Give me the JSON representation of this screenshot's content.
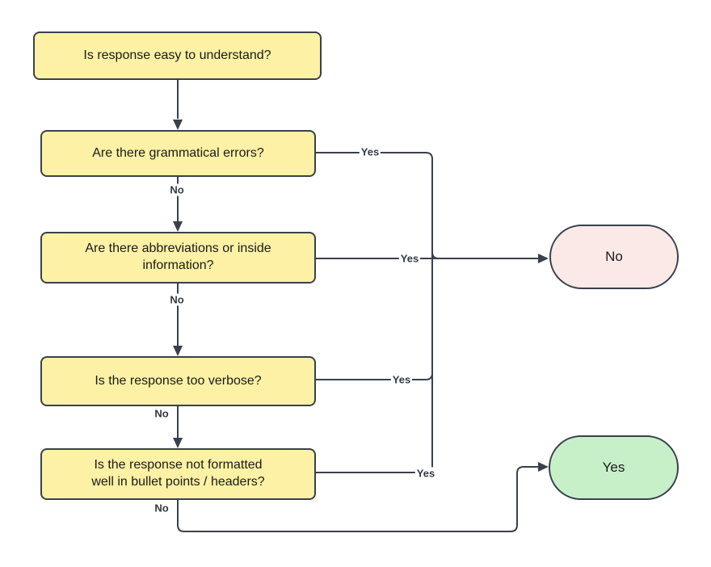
{
  "colors": {
    "question_fill": "#FCF1A4",
    "question_border": "#39414B",
    "connector": "#39414B",
    "no_terminal_fill": "#FBE9E7",
    "yes_terminal_fill": "#C7F0C9",
    "label_text": "#333A42",
    "question_text": "#1A1A1A",
    "canvas_bg": "#FFFFFF"
  },
  "flowchart": {
    "questions": [
      {
        "label": "Is response easy to understand?"
      },
      {
        "label": "Are there grammatical errors?"
      },
      {
        "label": "Are there abbreviations or inside information?"
      },
      {
        "label": "Is the response too verbose?"
      },
      {
        "label": "Is the response not formatted well in bullet points / headers?"
      }
    ],
    "terminals": {
      "no": {
        "label": "No"
      },
      "yes": {
        "label": "Yes"
      }
    },
    "edge_labels": {
      "yes": "Yes",
      "no": "No"
    }
  }
}
